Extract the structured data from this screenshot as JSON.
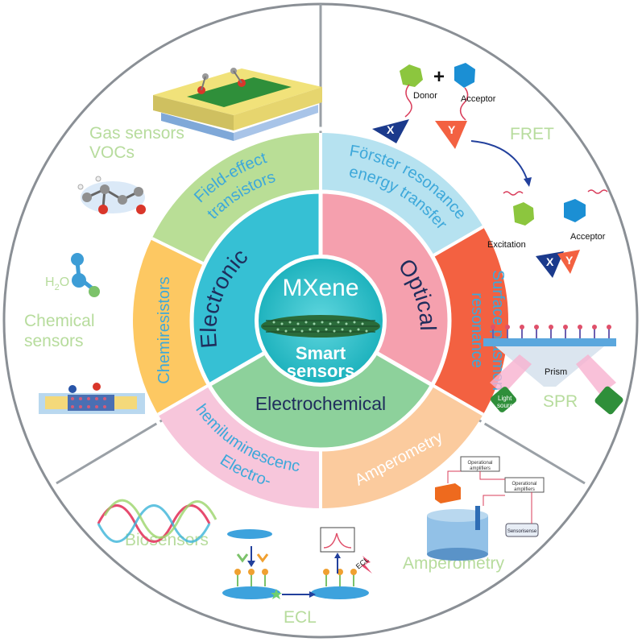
{
  "center": {
    "title": "MXene",
    "subtitle_line1": "Smart",
    "subtitle_line2": "sensors"
  },
  "inner_ring": {
    "electronic": "Electronic",
    "optical": "Optical",
    "electrochemical": "Electrochemical"
  },
  "middle_ring": {
    "fet_line1": "Field-effect",
    "fet_line2": "transistors",
    "fret_line1": "Förster resonance",
    "fret_line2": "energy transfer",
    "spr_line1": "Surface plasmon",
    "spr_line2": "resonance",
    "amperometry": "Amperometry",
    "ecl_line1": "Electro-",
    "ecl_line2": "chemiluminescence",
    "chemiresistors": "Chemiresistors"
  },
  "outer_labels": {
    "gas_line1": "Gas sensors",
    "gas_line2": "VOCs",
    "chem_line1": "Chemical",
    "chem_line2": "sensors",
    "h2o_main": "H",
    "h2o_sub": "2",
    "h2o_end": "O",
    "fret": "FRET",
    "spr": "SPR",
    "amperometry": "Amperometry",
    "biosensors": "Biosensors",
    "ecl": "ECL"
  },
  "illustration_text": {
    "donor": "Donor",
    "acceptor_top": "Acceptor",
    "acceptor_bottom": "Acceptor",
    "excitation": "Excitation",
    "x_top": "X",
    "y_top": "Y",
    "x_bottom": "X",
    "y_bottom": "Y",
    "plus": "+",
    "prism": "Prism",
    "light_source_1": "Light",
    "light_source_2": "source",
    "op_amp_1a": "Operational",
    "op_amp_1b": "amplifiers",
    "op_amp_2a": "Operational",
    "op_amp_2b": "amplifiers",
    "device": "Sensorisense",
    "ecl_small": "ECL"
  },
  "colors": {
    "electronic": "#36C0D4",
    "optical": "#F5A0AE",
    "electrochemical": "#8DD19B",
    "fet": "#B9DE96",
    "chemiresistors": "#FDC862",
    "fret": "#B6E2F0",
    "spr": "#F36141",
    "amperometry": "#FBCB9E",
    "ecl": "#F7C6DB",
    "text_blue": "#3DA8DA",
    "outer_text": "#B7DC9D",
    "divider": "#9AA0A6",
    "dark_text": "#1F2D5C"
  }
}
